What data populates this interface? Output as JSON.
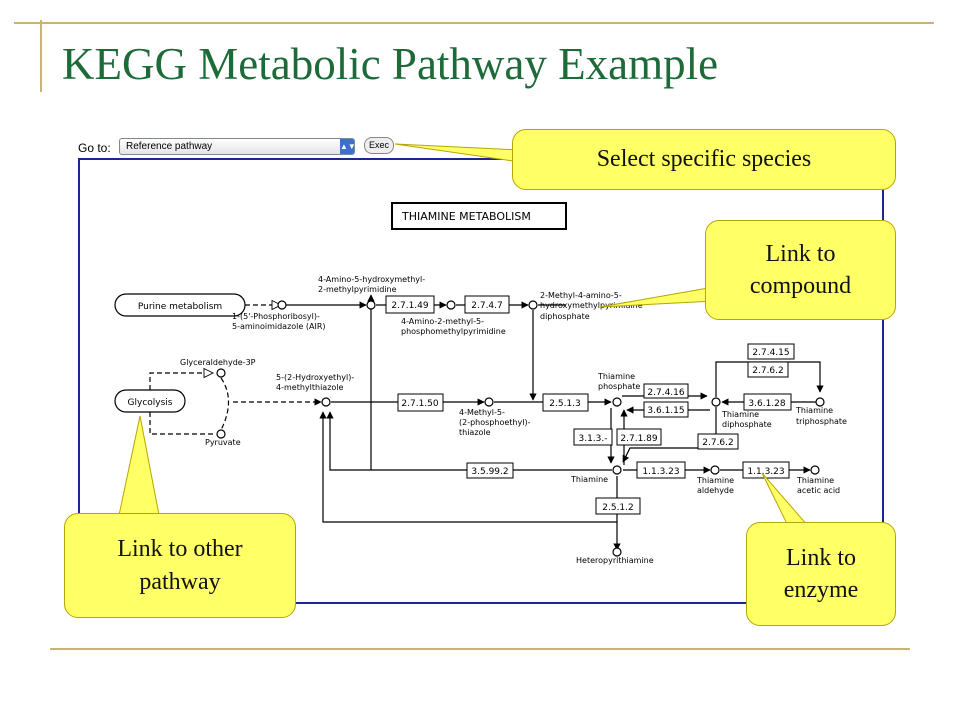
{
  "slide": {
    "title": "KEGG Metabolic Pathway Example"
  },
  "toolbar": {
    "goto_label": "Go to:",
    "select_value": "Reference pathway",
    "exec_label": "Exec"
  },
  "map": {
    "title": "THIAMINE METABOLISM",
    "pathways": {
      "purine": "Purine metabolism",
      "glycolysis": "Glycolysis"
    },
    "compounds": {
      "air_1": "1-(5'-Phosphoribosyl)-",
      "air_2": "5-aminoimidazole (AIR)",
      "hmp_1": "4-Amino-5-hydroxymethyl-",
      "hmp_2": "2-methylpyrimidine",
      "hmpp_1": "4-Amino-2-methyl-5-",
      "hmpp_2": "phosphomethylpyrimidine",
      "hmppp_1": "2-Methyl-4-amino-5-",
      "hmppp_2": "hydroxymethylpyrimidine",
      "hmppp_3": "diphosphate",
      "g3p": "Glyceraldehyde-3P",
      "pyruvate": "Pyruvate",
      "hmt_1": "5-(2-Hydroxyethyl)-",
      "hmt_2": "4-methylthiazole",
      "hmtp_1": "4-Methyl-5-",
      "hmtp_2": "(2-phosphoethyl)-",
      "hmtp_3": "thiazole",
      "tmp_1": "Thiamine",
      "tmp_2": "phosphate",
      "tpp_1": "Thiamine",
      "tpp_2": "diphosphate",
      "ttp_1": "Thiamine",
      "ttp_2": "triphosphate",
      "thiamine": "Thiamine",
      "tald_1": "Thiamine",
      "tald_2": "aldehyde",
      "tacid_1": "Thiamine",
      "tacid_2": "acetic acid",
      "hetero": "Heteropyrithiamine"
    },
    "enzymes": {
      "e1": "2.7.1.49",
      "e2": "2.7.4.7",
      "e3": "2.7.1.50",
      "e4": "2.5.1.3",
      "e5": "2.7.4.16",
      "e6": "3.6.1.15",
      "e7": "3.6.1.28",
      "e8": "2.7.4.15",
      "e9": "2.7.6.2",
      "e10": "3.1.3.-",
      "e11": "2.7.1.89",
      "e12": "2.7.6.2",
      "e13": "3.5.99.2",
      "e14": "1.1.3.23",
      "e15": "1.1.3.23",
      "e16": "2.5.1.2"
    }
  },
  "callouts": {
    "species": "Select specific species",
    "compound_1": "Link to",
    "compound_2": "compound",
    "pathway_1": "Link to other",
    "pathway_2": "pathway",
    "enzyme_1": "Link to",
    "enzyme_2": "enzyme"
  },
  "colors": {
    "title": "#1e6b3a",
    "frame": "#1a2a8c",
    "callout_fill": "#ffff66"
  }
}
